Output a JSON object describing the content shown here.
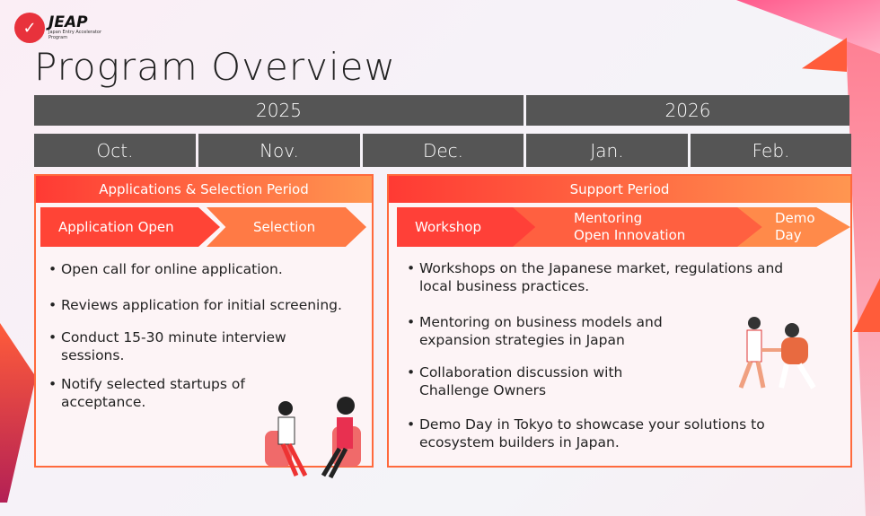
{
  "logo": {
    "name": "JEAP",
    "subtitle": "Japan Entry Accelerator Program"
  },
  "title": "Program Overview",
  "years": [
    "2025",
    "2026"
  ],
  "months": [
    "Oct.",
    "Nov.",
    "Dec.",
    "Jan.",
    "Feb."
  ],
  "left": {
    "header": "Applications & Selection Period",
    "stages": [
      "Application Open",
      "Selection"
    ],
    "bullets": [
      "Open call for online application.",
      "Reviews application for initial screening.",
      "Conduct 15-30 minute interview sessions.",
      "Notify selected startups of acceptance."
    ]
  },
  "right": {
    "header": "Support Period",
    "stages": [
      "Workshop",
      "Mentoring",
      "Open Innovation",
      "Demo",
      "Day"
    ],
    "bullets": [
      "Workshops on the Japanese market, regulations and local business practices.",
      "Mentoring on business models and expansion strategies in Japan",
      "Collaboration discussion with Challenge Owners",
      "Demo Day in Tokyo to showcase your solutions to ecosystem builders in Japan."
    ]
  },
  "colors": {
    "accent": "#ff3a34",
    "accent2": "#ff9650",
    "bar": "#555555"
  }
}
